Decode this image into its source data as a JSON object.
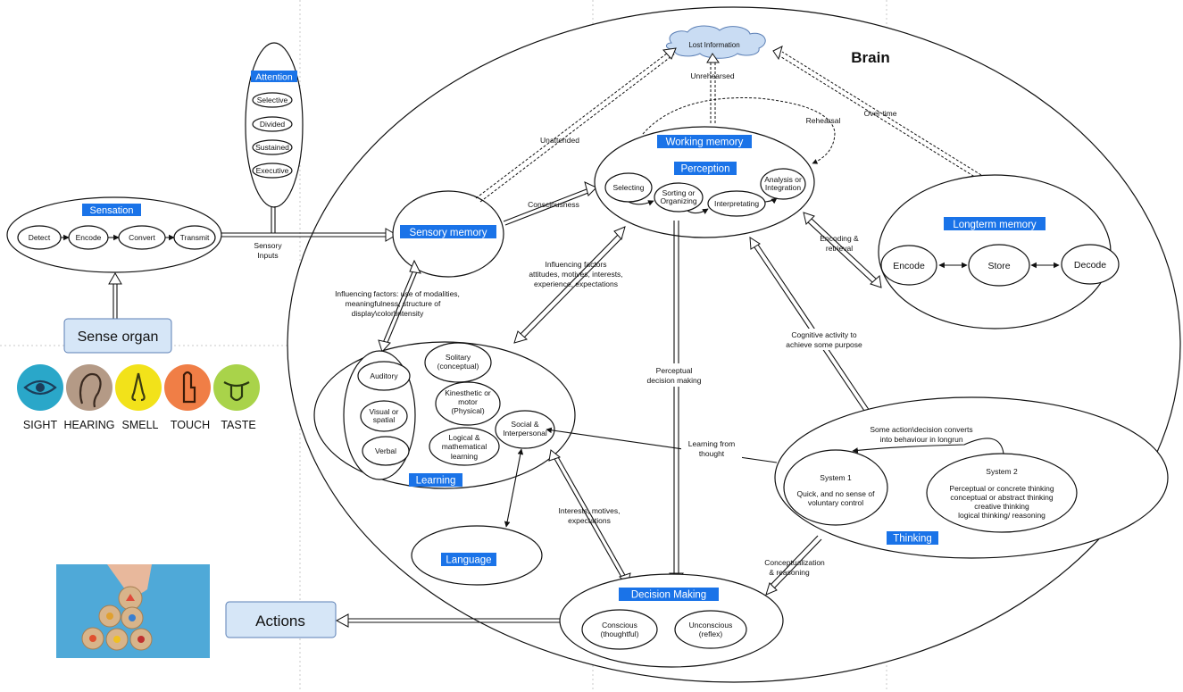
{
  "brain_title": "Brain",
  "lost_information": "Lost Information",
  "attention": {
    "title": "Attention",
    "types": [
      "Selective",
      "Divided",
      "Sustained",
      "Executive"
    ]
  },
  "sensation": {
    "title": "Sensation",
    "steps": [
      "Detect",
      "Encode",
      "Convert",
      "Transmit"
    ]
  },
  "sensory_inputs": [
    "Sensory",
    "Inputs"
  ],
  "sense_organ": {
    "title": "Sense organ",
    "senses": [
      "SIGHT",
      "HEARING",
      "SMELL",
      "TOUCH",
      "TASTE"
    ],
    "colors": [
      "#2aa7c9",
      "#b49a86",
      "#f2e21a",
      "#f07e46",
      "#a9d34a"
    ]
  },
  "sensory_memory": "Sensory memory",
  "consciousness": "Consciousness",
  "unattended": "Unattended",
  "unrehearsed": "Unrehearsed",
  "rehearsal": "Rehearsal",
  "over_time": "Over time",
  "working_memory": {
    "title": "Working memory",
    "perception_title": "Perception",
    "selecting": "Selecting",
    "sorting": [
      "Sorting or",
      "Organizing"
    ],
    "interpretating": "Interpretating",
    "analysis": [
      "Analysis or",
      "Integration"
    ]
  },
  "longterm_memory": {
    "title": "Longterm memory",
    "encode": "Encode",
    "store": "Store",
    "decode": "Decode"
  },
  "encoding_retrieval": [
    "Encoding &",
    "retrieval"
  ],
  "influencing_factors_1": [
    "Influencing factors: use of modalities,",
    "meaningfulness, structure of",
    "display\\color\\intensity"
  ],
  "influencing_factors_2": [
    "Influencing factors",
    "attitudes, motives,  interests,",
    "experience, expectations"
  ],
  "learning": {
    "title": "Learning",
    "auditory": "Auditory",
    "visual": [
      "Visual or",
      "spatial"
    ],
    "verbal": "Verbal",
    "solitary": [
      "Solitary",
      "(conceptual)"
    ],
    "kinesthetic": [
      "Kinesthetic or",
      "motor",
      "(Physical)"
    ],
    "logical": [
      "Logical &",
      "mathematical",
      "learning"
    ],
    "social": [
      "Social &",
      "Interpersonal"
    ]
  },
  "language": "Language",
  "perceptual_decision": [
    "Perceptual",
    "decision making"
  ],
  "cognitive_activity": [
    "Cognitive activity to",
    "achieve some purpose"
  ],
  "learning_from_thought": [
    "Learning from",
    "thought"
  ],
  "thinking": {
    "title": "Thinking",
    "converts": [
      "Some action\\decision converts",
      "into behaviour in longrun"
    ],
    "system1_title": "System 1",
    "system1_desc": [
      "Quick, and  no sense of",
      "voluntary control"
    ],
    "system2_title": "System 2",
    "system2_desc": [
      "Perceptual or concrete thinking",
      "conceptual or abstract thinking",
      "creative thinking",
      "logical thinking/ reasoning"
    ]
  },
  "interests_motives": [
    "Interests, motives,",
    "expectations"
  ],
  "conceptualization": [
    "Conceptualization",
    "& reasoning"
  ],
  "decision_making": {
    "title": "Decision Making",
    "conscious": [
      "Conscious",
      "(thoughtful)"
    ],
    "unconscious": [
      "Unconscious",
      "(reflex)"
    ]
  },
  "actions": "Actions"
}
